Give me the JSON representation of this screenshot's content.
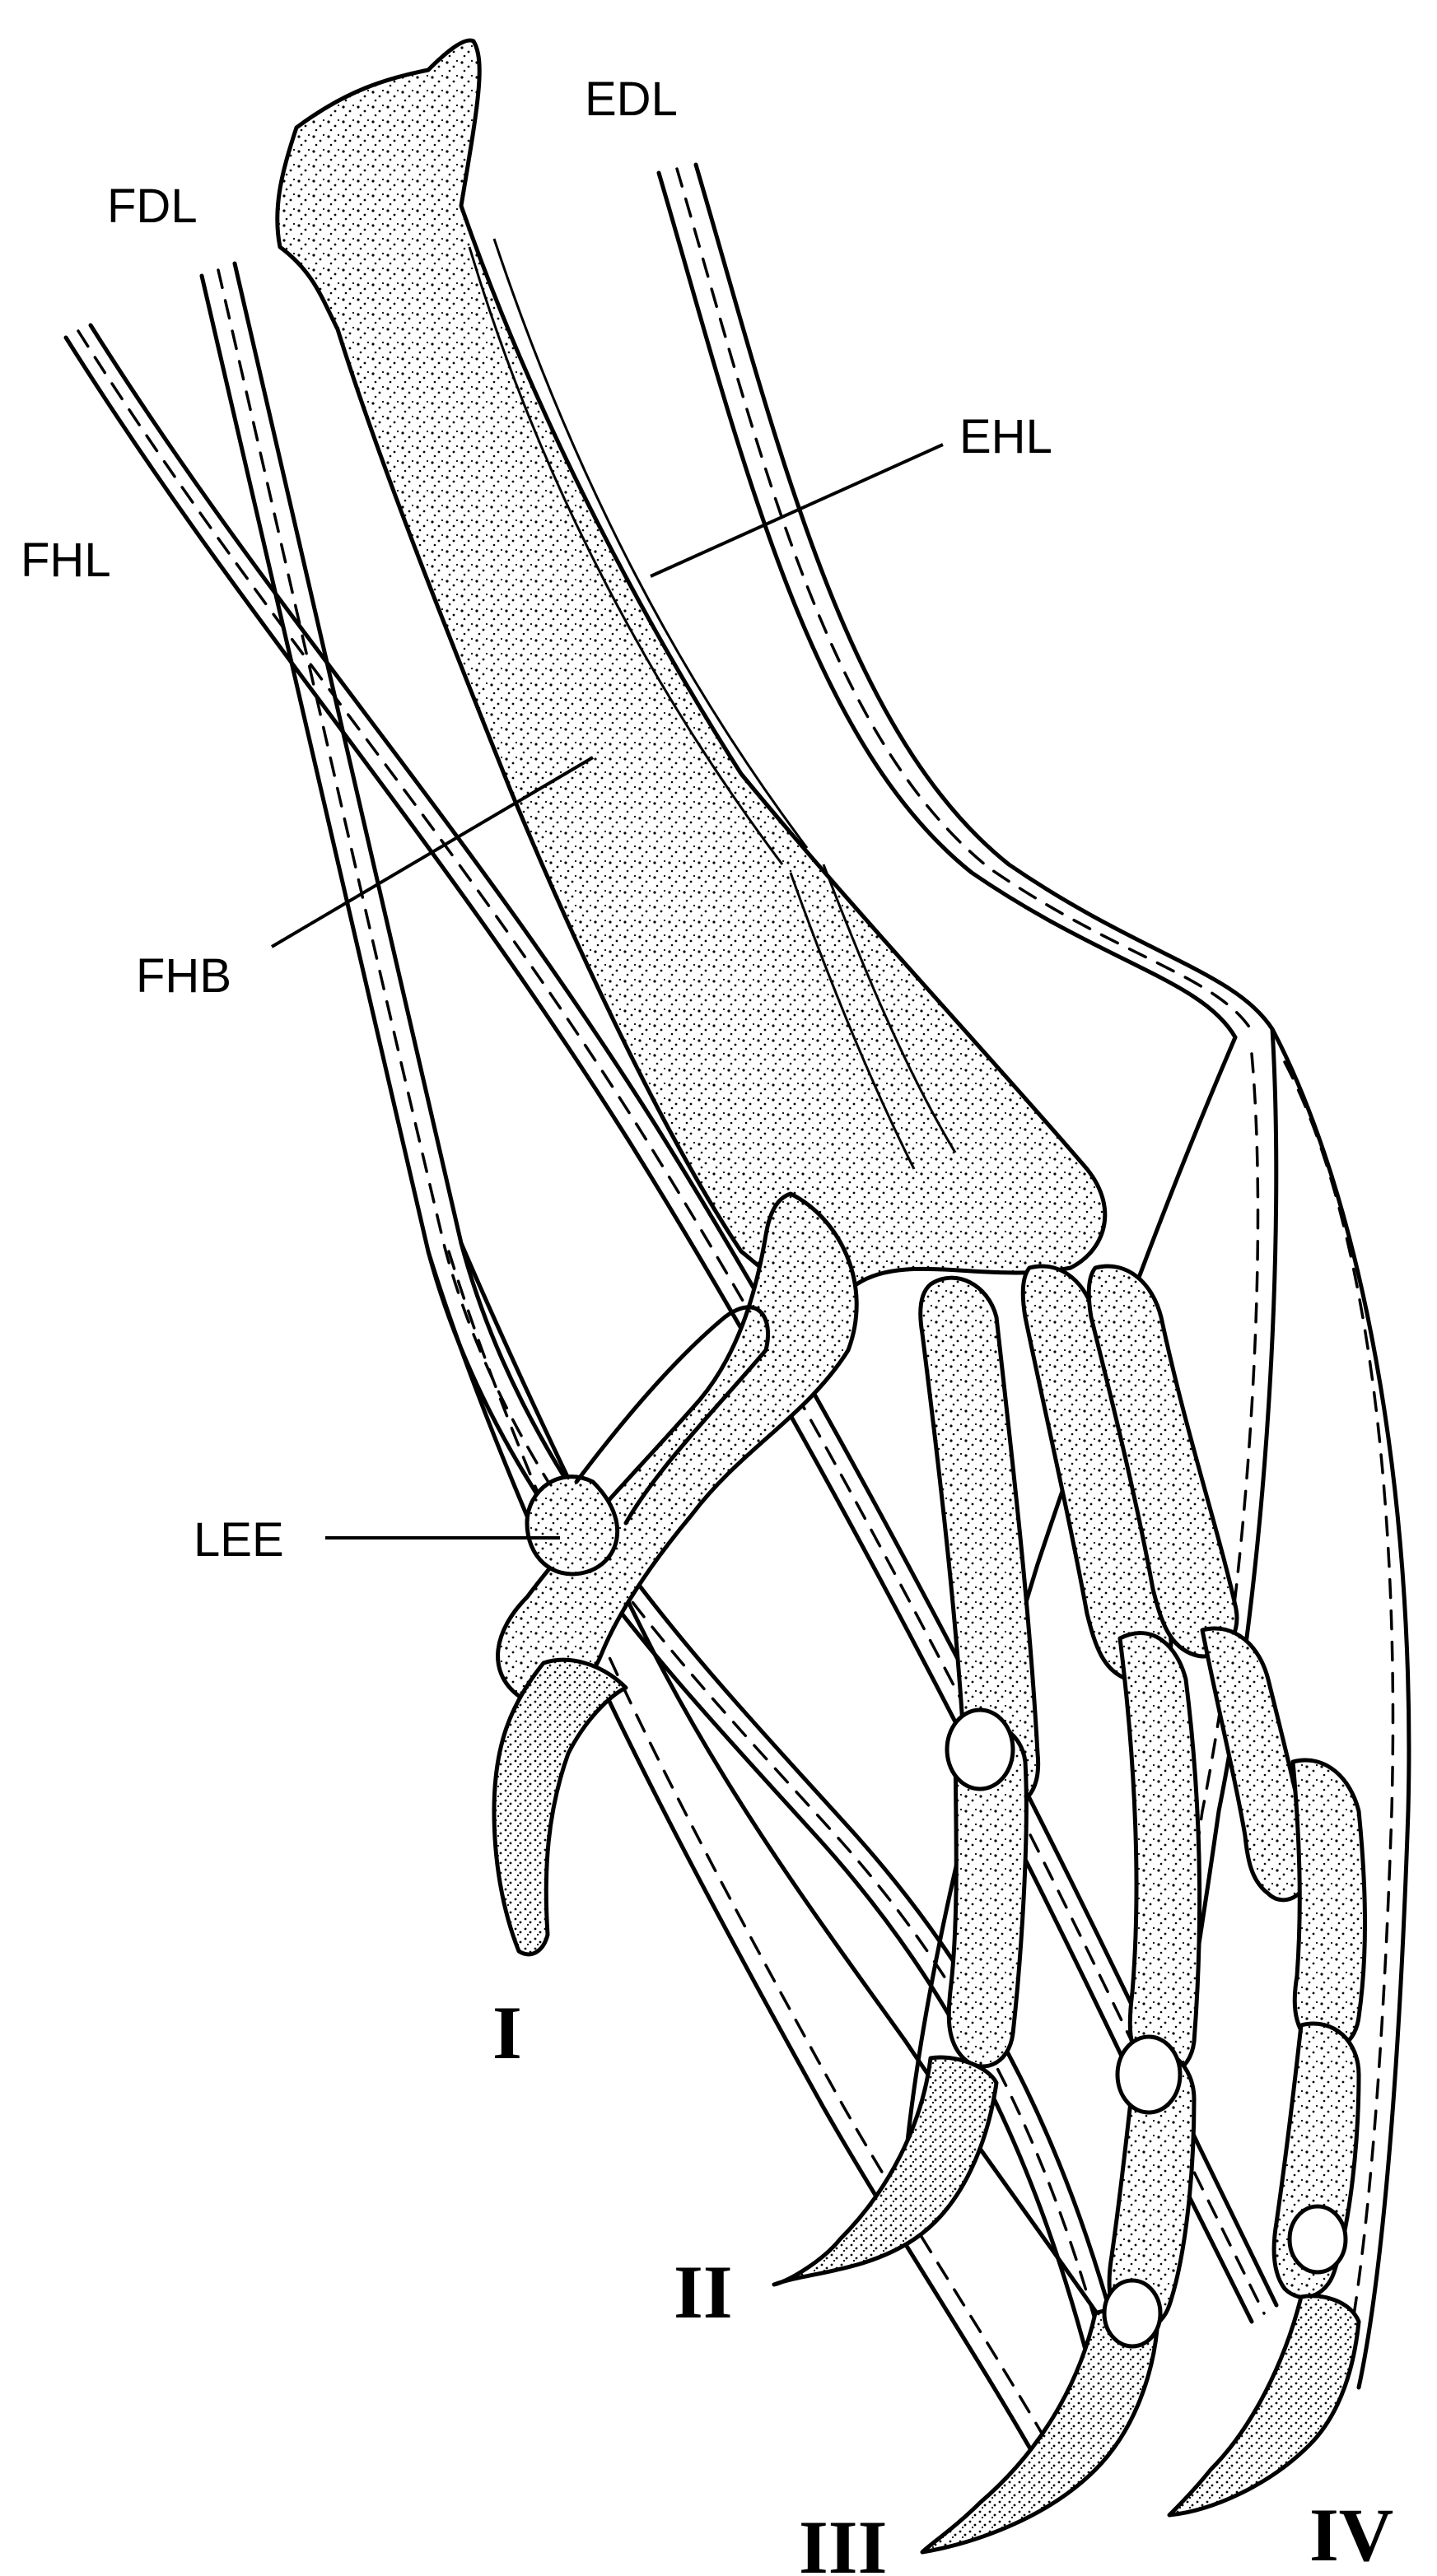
{
  "labels": {
    "edl": "EDL",
    "fdl": "FDL",
    "fhl": "FHL",
    "ehl": "EHL",
    "fhb": "FHB",
    "lee": "LEE"
  },
  "digits": {
    "d1": "I",
    "d2": "II",
    "d3": "III",
    "d4": "IV"
  },
  "colors": {
    "ink": "#000000",
    "paper": "#ffffff"
  }
}
